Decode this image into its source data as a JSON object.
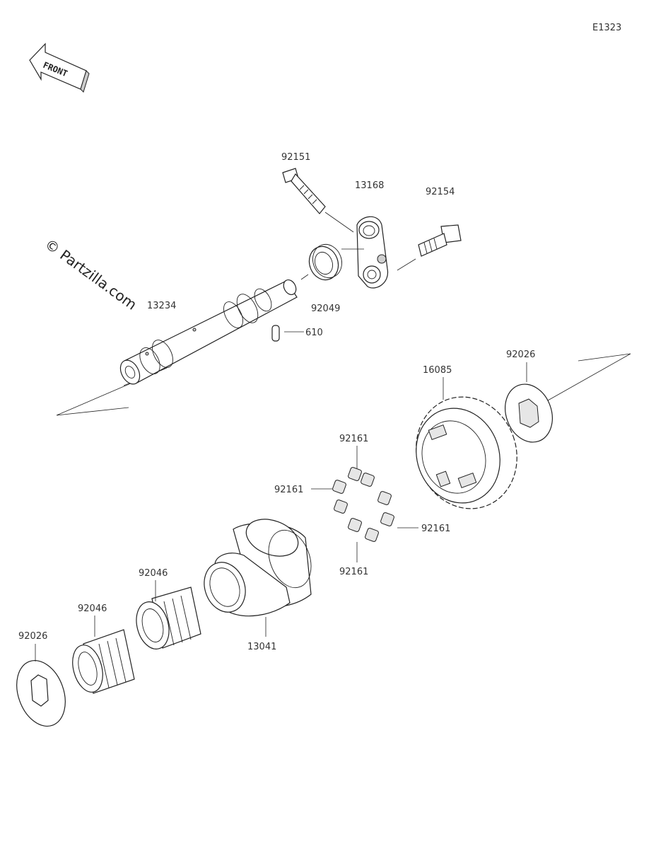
{
  "diagram_code": "E1323",
  "front_label": "FRONT",
  "watermark": "© Partzilla.com",
  "parts": {
    "p92151": "92151",
    "p13168": "13168",
    "p92154": "92154",
    "p92049": "92049",
    "p13234": "13234",
    "p610": "610",
    "p92026_right": "92026",
    "p16085": "16085",
    "p92161_top": "92161",
    "p92161_left": "92161",
    "p92161_right": "92161",
    "p92161_bottom": "92161",
    "p92046_upper": "92046",
    "p92046_lower": "92046",
    "p13041": "13041",
    "p92026_left": "92026"
  }
}
